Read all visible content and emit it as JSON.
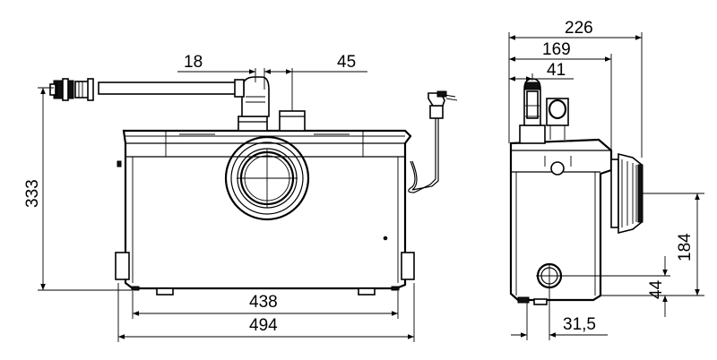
{
  "front_view": {
    "dim_18": "18",
    "dim_45": "45",
    "dim_333": "333",
    "dim_438": "438",
    "dim_494": "494"
  },
  "side_view": {
    "dim_226": "226",
    "dim_169": "169",
    "dim_41": "41",
    "dim_184": "184",
    "dim_44": "44",
    "dim_31_5": "31,5"
  }
}
